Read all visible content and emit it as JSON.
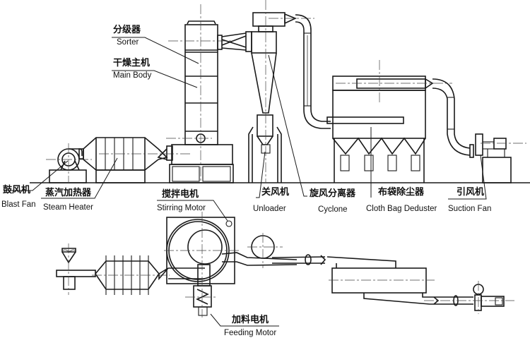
{
  "title": "Flash Dryer Process Diagram",
  "labels": {
    "sorter": {
      "zh": "分级器",
      "en": "Sorter"
    },
    "main_body": {
      "zh": "干燥主机",
      "en": "Main Body"
    },
    "blast_fan": {
      "zh": "鼓风机",
      "en": "Blast Fan"
    },
    "steam_heater": {
      "zh": "蒸汽加热器",
      "en": "Steam Heater"
    },
    "stirring_motor": {
      "zh": "搅拌电机",
      "en": "Stirring Motor"
    },
    "unloader": {
      "zh": "关风机",
      "en": "Unloader"
    },
    "cyclone": {
      "zh": "旋风分离器",
      "en": "Cyclone"
    },
    "cloth_bag_deduster": {
      "zh": "布袋除尘器",
      "en": "Cloth Bag Deduster"
    },
    "suction_fan": {
      "zh": "引风机",
      "en": "Suction Fan"
    },
    "feeding_motor": {
      "zh": "加料电机",
      "en": "Feeding Motor"
    }
  },
  "views": {
    "elevation": "Front elevation",
    "plan": "Plan view"
  },
  "colors": {
    "line": "#1a1a1a",
    "background": "#ffffff"
  }
}
